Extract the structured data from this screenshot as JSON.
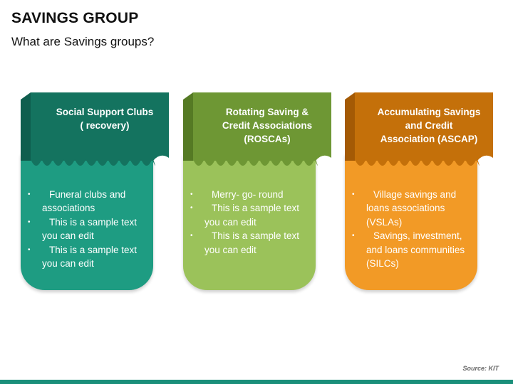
{
  "header": {
    "title": "SAVINGS GROUP",
    "subtitle": "What are Savings groups?"
  },
  "colors": {
    "teal_dark": "#14735f",
    "teal": "#1e9c82",
    "green_dark": "#6e9734",
    "green": "#9bc25a",
    "orange_dark": "#c4700a",
    "orange": "#f29a26"
  },
  "cards": [
    {
      "title_lines": [
        "Social Support Clubs",
        "( recovery)"
      ],
      "bullets": [
        "Funeral clubs and associations",
        "This is a sample text you can edit",
        "This is a sample text you can edit"
      ]
    },
    {
      "title_lines": [
        "Rotating Saving &",
        "Credit Associations",
        "(ROSCAs)"
      ],
      "bullets": [
        "Merry- go- round",
        "This is a sample text you can edit",
        "This is a sample text you can edit"
      ]
    },
    {
      "title_lines": [
        "Accumulating Savings",
        "and Credit",
        "Association (ASCAP)"
      ],
      "bullets": [
        "Village savings and loans associations (VSLAs)",
        "Savings, investment, and loans communities (SILCs)"
      ]
    }
  ],
  "footer": {
    "source": "Source: KIT"
  }
}
